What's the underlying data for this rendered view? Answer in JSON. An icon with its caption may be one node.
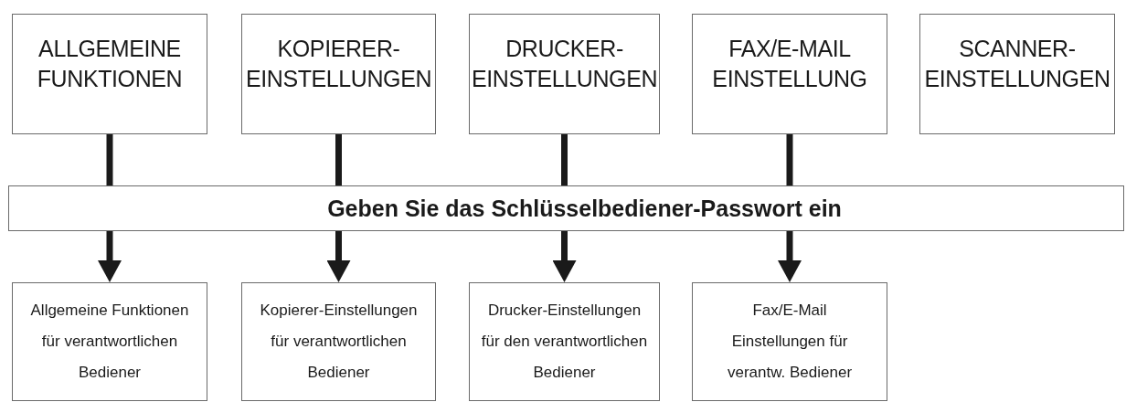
{
  "diagram": {
    "nodes": [
      {
        "text": [
          "ALLGEMEINE FUNKTIONEN"
        ]
      },
      {
        "text": [
          "KOPIERER- EINSTELLUNGEN"
        ]
      },
      {
        "text": [
          "DRUCKER- EINSTELLUNGEN"
        ]
      },
      {
        "text": [
          "FAX/E-MAIL EINSTELLUNG"
        ]
      },
      {
        "text": [
          "SCANNER- EINSTELLUNGEN"
        ]
      },
      {
        "text": [
          "Geben Sie das Schlüsselbediener-Passwort ein"
        ]
      },
      {
        "text": [
          "Allgemeine Funktionen für verantwortlichen Bediener"
        ]
      },
      {
        "text": [
          "Kopierer-Einstellungen für verantwortlichen Bediener"
        ]
      },
      {
        "text": [
          "Drucker-Einstellungen für den verantwortlichen Bediener"
        ]
      },
      {
        "text": [
          "Fax/E-Mail Einstellungen für verantw. Bediener"
        ]
      }
    ],
    "edges": [
      {
        "from": 0,
        "to": 5,
        "arrow": "none"
      },
      {
        "from": 1,
        "to": 5,
        "arrow": "none"
      },
      {
        "from": 2,
        "to": 5,
        "arrow": "none"
      },
      {
        "from": 3,
        "to": 5,
        "arrow": "none"
      },
      {
        "from": 5,
        "to": 6,
        "arrow": "to"
      },
      {
        "from": 5,
        "to": 7,
        "arrow": "to"
      },
      {
        "from": 5,
        "to": 8,
        "arrow": "to"
      },
      {
        "from": 5,
        "to": 9,
        "arrow": "to"
      }
    ]
  }
}
